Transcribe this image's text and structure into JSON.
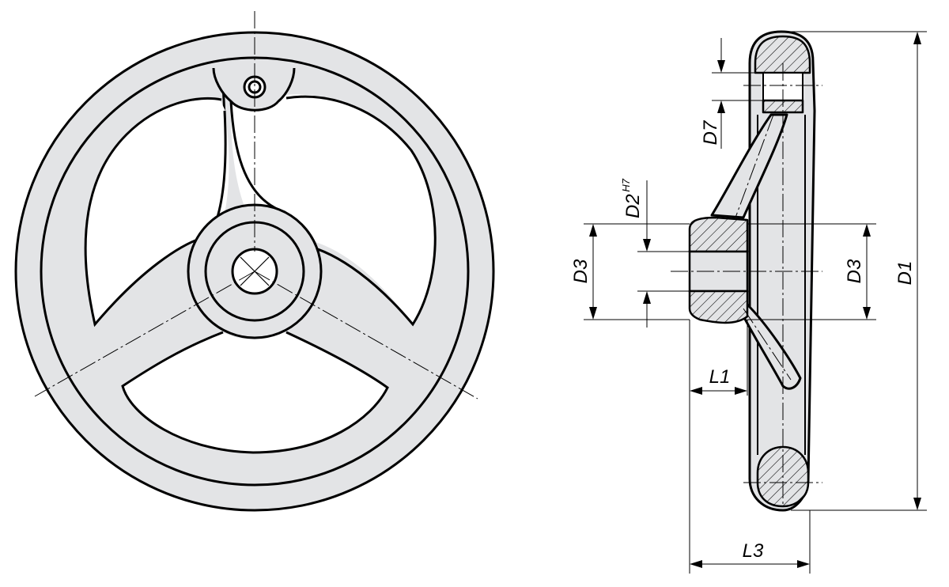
{
  "labels": {
    "d7": "D7",
    "d2": "D2",
    "d2_tolerance": "H7",
    "d3_left": "D3",
    "d3_right": "D3",
    "d1": "D1",
    "l1": "L1",
    "l3": "L3"
  }
}
